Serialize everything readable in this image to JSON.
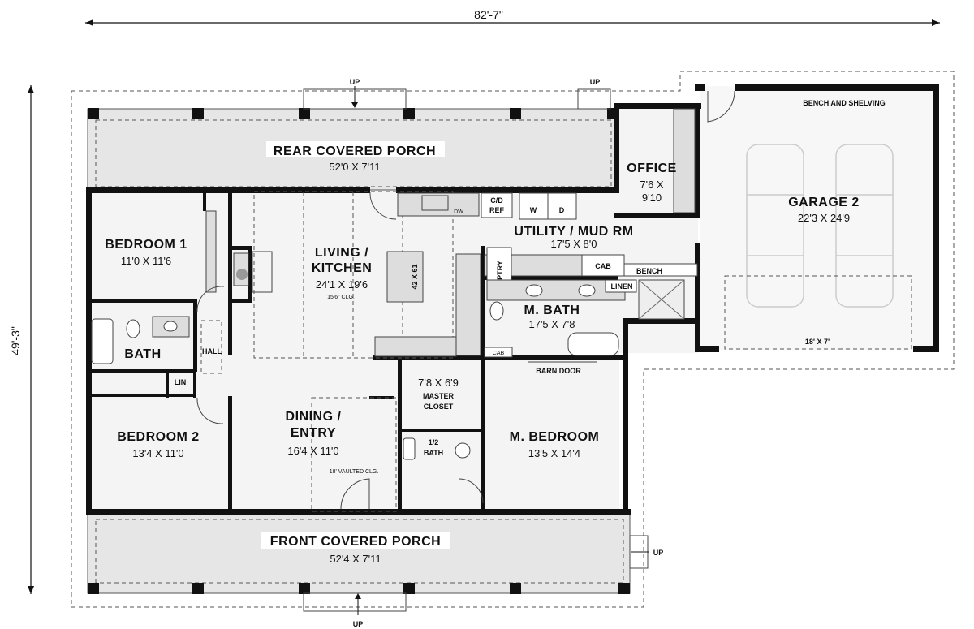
{
  "dimensions": {
    "overall_width": "82'-7\"",
    "overall_depth": "49'-3\""
  },
  "rooms": {
    "rear_porch": {
      "name": "REAR COVERED PORCH",
      "size": "52'0 X 7'11"
    },
    "bedroom1": {
      "name": "BEDROOM 1",
      "size": "11'0 X 11'6"
    },
    "living_kitchen": {
      "name_line1": "LIVING /",
      "name_line2": "KITCHEN",
      "size": "24'1 X 19'6",
      "ceiling": "15'6\" CLG."
    },
    "island": "42 X 61",
    "utility": {
      "name": "UTILITY / MUD RM",
      "size": "17'5 X 8'0"
    },
    "office": {
      "name": "OFFICE",
      "size_line1": "7'6 X",
      "size_line2": "9'10"
    },
    "garage": {
      "name": "GARAGE 2",
      "size": "22'3 X 24'9",
      "note": "BENCH AND SHELVING",
      "door": "18' X 7'"
    },
    "m_bath": {
      "name": "M. BATH",
      "size": "17'5 X 7'8"
    },
    "master_closet": {
      "size": "7'8 X 6'9",
      "name_line1": "MASTER",
      "name_line2": "CLOSET"
    },
    "half_bath": {
      "name_line1": "1/2",
      "name_line2": "BATH"
    },
    "m_bedroom": {
      "name": "M. BEDROOM",
      "size": "13'5 X 14'4"
    },
    "dining_entry": {
      "name_line1": "DINING /",
      "name_line2": "ENTRY",
      "size": "16'4 X 11'0",
      "ceiling": "18' VAULTED CLG."
    },
    "bedroom2": {
      "name": "BEDROOM 2",
      "size": "13'4 X 11'0"
    },
    "bath": {
      "name": "BATH"
    },
    "hall": {
      "name": "HALL"
    },
    "lin": {
      "name": "LIN"
    },
    "front_porch": {
      "name": "FRONT COVERED PORCH",
      "size": "52'4 X 7'11"
    }
  },
  "fixtures": {
    "dw": "DW",
    "cd_ref_1": "C/D",
    "cd_ref_2": "REF",
    "washer": "W",
    "dryer": "D",
    "pantry": "PTRY",
    "cab_utility": "CAB",
    "bench": "BENCH",
    "linen": "LINEN",
    "cab_bath": "CAB",
    "barn_door": "BARN DOOR"
  },
  "stairs": {
    "rear_left": "UP",
    "rear_right": "UP",
    "front": "UP",
    "side": "UP"
  }
}
